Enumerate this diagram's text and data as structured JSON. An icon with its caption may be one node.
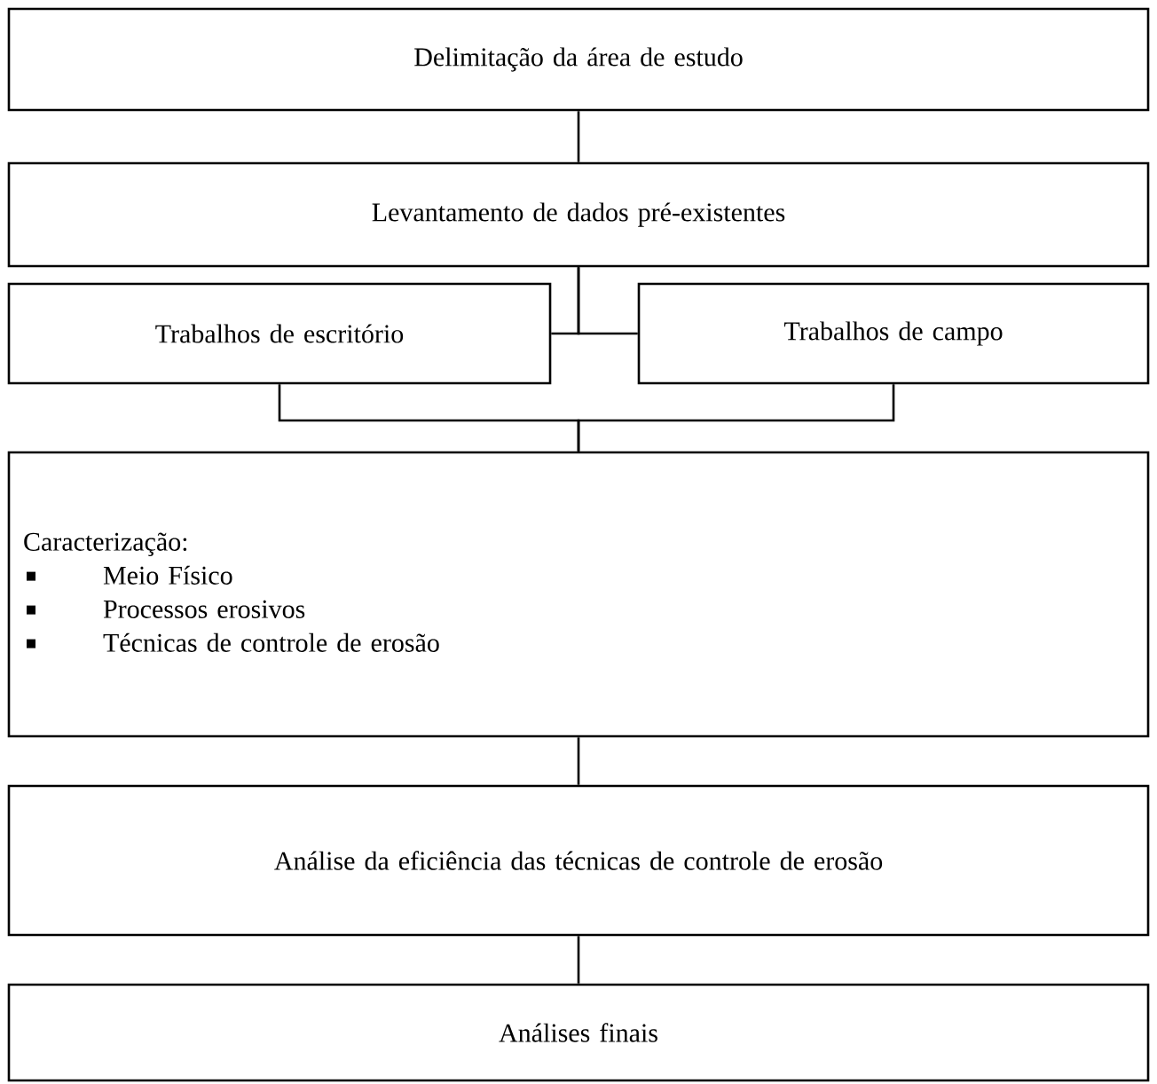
{
  "diagram": {
    "nodes": [
      {
        "text": [
          "Delimitação da área de estudo"
        ]
      },
      {
        "text": [
          "Levantamento de dados pré-existentes"
        ]
      },
      {
        "text": [
          "Trabalhos de escritório"
        ]
      },
      {
        "text": [
          "Trabalhos de campo"
        ]
      },
      {
        "text": [
          "Caracterização:",
          "Meio Físico",
          "Processos erosivos",
          "Técnicas de controle de erosão"
        ]
      },
      {
        "text": [
          "Análise da eficiência das técnicas de controle de erosão"
        ]
      },
      {
        "text": [
          "Análises finais"
        ]
      }
    ],
    "edges": [
      {
        "from": 0,
        "to": 1,
        "arrow": "none"
      },
      {
        "from": 1,
        "to": 2,
        "arrow": "none"
      },
      {
        "from": 1,
        "to": 3,
        "arrow": "none"
      },
      {
        "from": 2,
        "to": 4,
        "arrow": "none"
      },
      {
        "from": 3,
        "to": 4,
        "arrow": "none"
      },
      {
        "from": 4,
        "to": 5,
        "arrow": "none"
      },
      {
        "from": 5,
        "to": 6,
        "arrow": "none"
      }
    ]
  }
}
